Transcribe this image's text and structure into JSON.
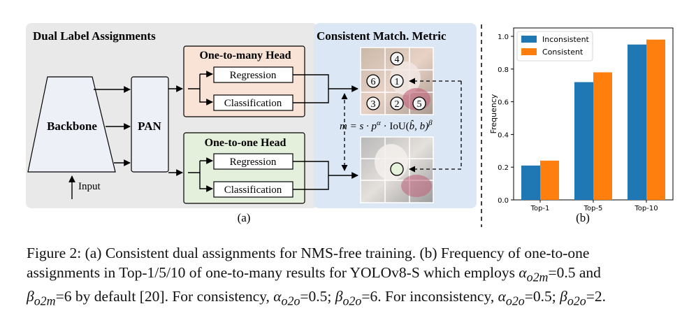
{
  "panel_a": {
    "dual_label_title": "Dual Label Assignments",
    "metric_title": "Consistent Match. Metric",
    "one_to_many_title": "One-to-many Head",
    "one_to_one_title": "One-to-one Head",
    "regression_label": "Regression",
    "classification_label": "Classification",
    "backbone_label": "Backbone",
    "pan_label": "PAN",
    "input_label": "Input",
    "formula_left": "m = s · p",
    "formula_alpha": "α",
    "formula_mid": " · IoU(",
    "formula_bhat": "b̂",
    "formula_right": ", b)",
    "formula_beta": "β",
    "grid_labels": [
      "4",
      "6",
      "1",
      "3",
      "2",
      "5"
    ],
    "sublabel": "(a)"
  },
  "panel_b": {
    "sublabel": "(b)"
  },
  "chart_data": {
    "type": "bar",
    "categories": [
      "Top-1",
      "Top-5",
      "Top-10"
    ],
    "series": [
      {
        "name": "Inconsistent",
        "values": [
          0.21,
          0.72,
          0.95
        ],
        "color": "#1f77b4"
      },
      {
        "name": "Consistent",
        "values": [
          0.24,
          0.78,
          0.98
        ],
        "color": "#ff7f0e"
      }
    ],
    "ylabel": "Frequency",
    "xlabel": "",
    "ylim": [
      0,
      1.0
    ],
    "yticks": [
      "0.0",
      "0.2",
      "0.4",
      "0.6",
      "0.8",
      "1.0"
    ],
    "legend": "top-left",
    "grid": false
  },
  "caption": {
    "line1": "Figure 2: (a) Consistent dual assignments for NMS-free training. (b) Frequency of one-to-one",
    "line2_a": "assignments in Top-1/5/10 of one-to-many results for YOLOv8-S which employs ",
    "line2_alpha": "α",
    "line2_sub1": "o2m",
    "line2_b": "=0.5 and",
    "line3_beta1": "β",
    "line3_sub1": "o2m",
    "line3_a": "=6 by default [20]. For consistency, ",
    "line3_alpha2": "α",
    "line3_sub2": "o2o",
    "line3_b": "=0.5; ",
    "line3_beta2": "β",
    "line3_sub3": "o2o",
    "line3_c": "=6. For inconsistency, ",
    "line3_alpha3": "α",
    "line3_sub4": "o2o",
    "line3_d": "=0.5; ",
    "line3_beta3": "β",
    "line3_sub5": "o2o",
    "line3_e": "=2."
  },
  "colors": {
    "dual_bg": "#e9e9e9",
    "metric_bg": "#dbe7f4",
    "one_to_many_bg": "#f9e2d6",
    "one_to_one_bg": "#e5f0dc",
    "block_fill": "#eef0f8"
  }
}
